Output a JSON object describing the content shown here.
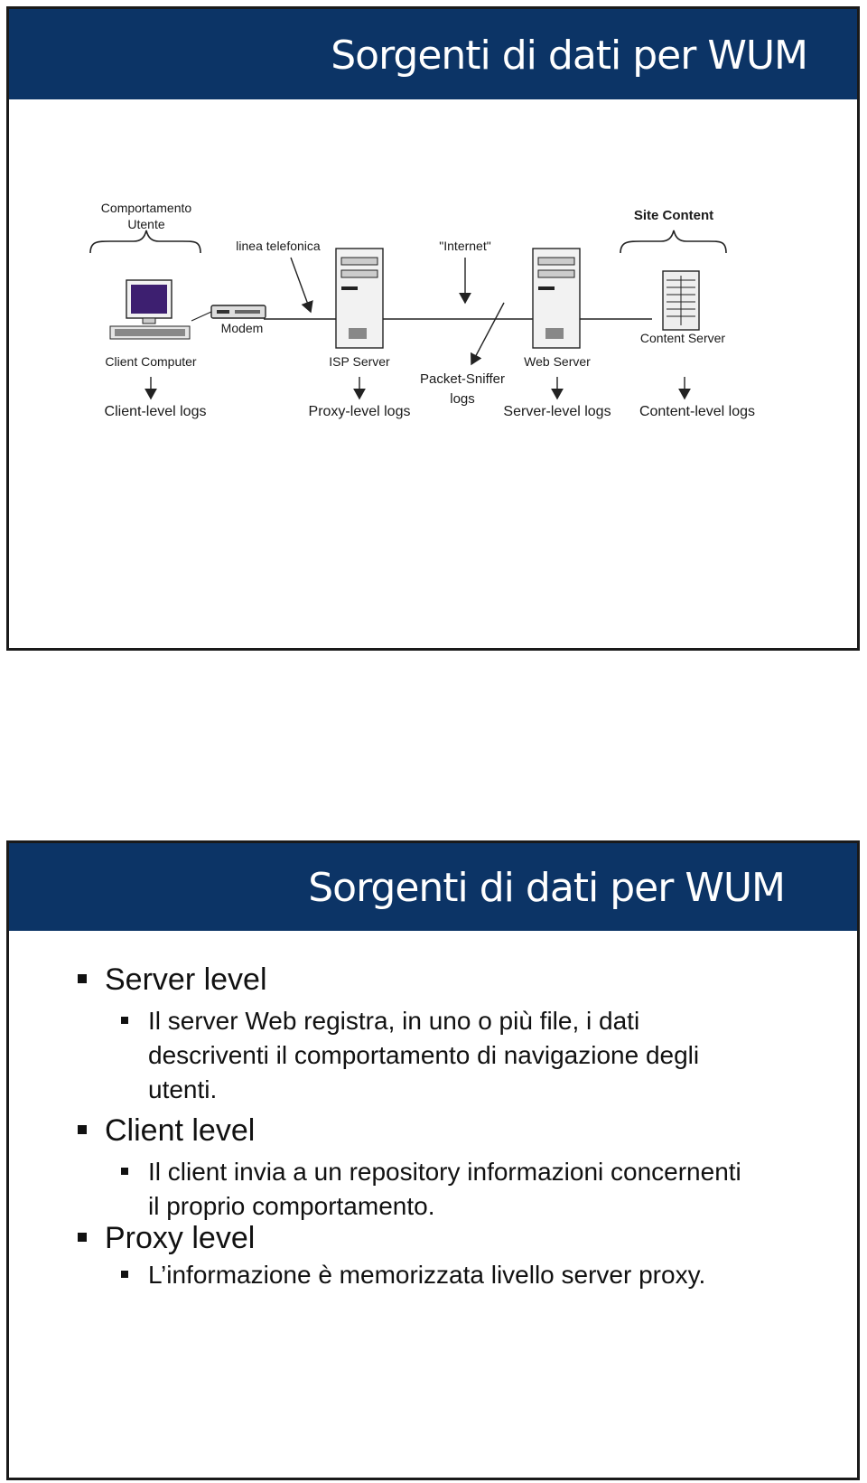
{
  "slide1": {
    "title": "Sorgenti di dati per WUM",
    "diagram": {
      "comportamento": [
        "Comportamento",
        "Utente"
      ],
      "site_content": "Site Content",
      "linea_telefonica": "linea telefonica",
      "internet": "\"Internet\"",
      "modem": "Modem",
      "client_computer": "Client Computer",
      "isp_server": "ISP Server",
      "web_server": "Web Server",
      "content_server": "Content Server",
      "packet_sniffer": [
        "Packet-Sniffer",
        "logs"
      ],
      "client_logs": "Client-level logs",
      "proxy_logs": "Proxy-level logs",
      "server_logs": "Server-level logs",
      "content_logs": "Content-level logs"
    }
  },
  "slide2": {
    "title": "Sorgenti di dati per WUM",
    "bullets": [
      {
        "label": "Server level",
        "sub": "Il server Web registra, in uno o più file, i dati descriventi il comportamento di navigazione degli utenti."
      },
      {
        "label": "Client level",
        "sub": "Il client invia a un repository informazioni concernenti il proprio comportamento."
      },
      {
        "label": "Proxy level",
        "sub": "L’informazione è memorizzata  livello server proxy."
      }
    ]
  }
}
